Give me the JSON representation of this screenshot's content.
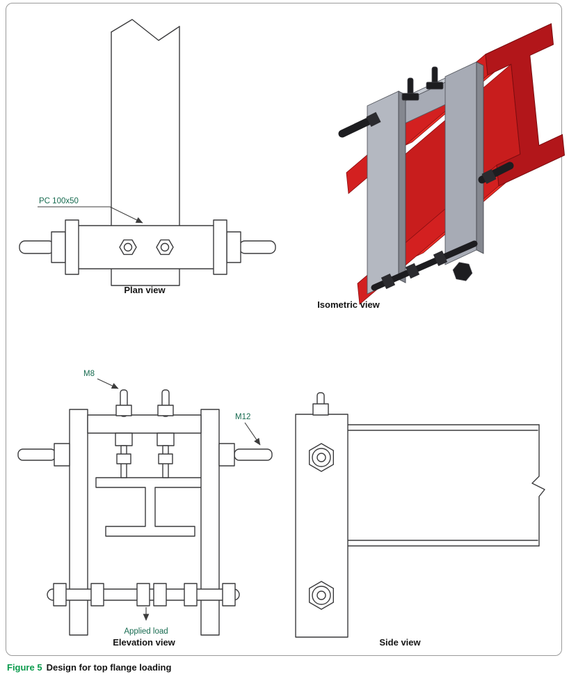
{
  "figure": {
    "caption_label": "Figure 5",
    "caption_text": "Design for top flange loading"
  },
  "views": {
    "plan": {
      "caption": "Plan view",
      "callout_pc": "PC 100x50"
    },
    "isometric": {
      "caption": "Isometric view"
    },
    "elevation": {
      "caption": "Elevation view",
      "callout_m8": "M8",
      "callout_m12": "M12",
      "callout_load": "Applied load"
    },
    "side": {
      "caption": "Side view"
    }
  },
  "colors": {
    "line_dark": "#3a3a3c",
    "annotation_green": "#166a4f",
    "figure_green": "#0b9b4d",
    "caption_black": "#141414",
    "beam_red_top": "#ee2f26",
    "beam_red_front": "#d32020",
    "beam_red_web": "#c81d1d",
    "beam_red_end": "#b2161a",
    "steel_grey_light": "#c6cad2",
    "steel_grey": "#a7abb5",
    "steel_grey_near": "#b4b8c1",
    "steel_grey_dark": "#84878f",
    "bolt_black": "#1d1d20"
  }
}
